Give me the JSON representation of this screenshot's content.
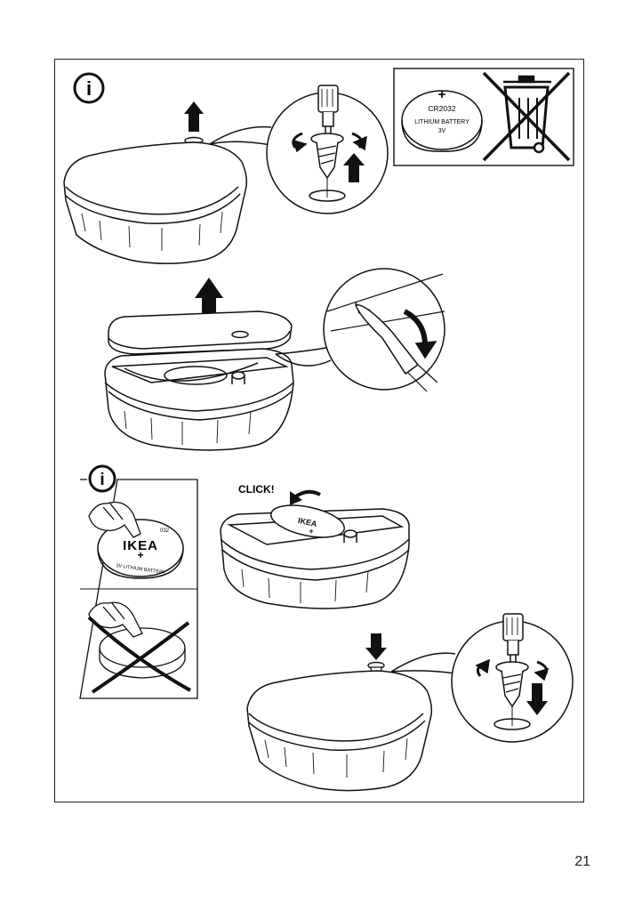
{
  "page": {
    "number": "21"
  },
  "battery_label": {
    "plus": "+",
    "model": "CR2032",
    "type": "LITHIUM BATTERY",
    "voltage": "3V"
  },
  "click_label": "CLICK!",
  "info_symbol": "i",
  "coin_battery_brand": {
    "brand": "IKEA",
    "plus": "+",
    "code_fragment": "032",
    "ring_text": "3V LITHIUM BATTERY"
  },
  "icons": [
    "info-icon",
    "weee-crossed-bin-icon",
    "screwdriver-icon",
    "rotate-arrow-icon",
    "up-arrow-icon",
    "down-arrow-icon"
  ]
}
